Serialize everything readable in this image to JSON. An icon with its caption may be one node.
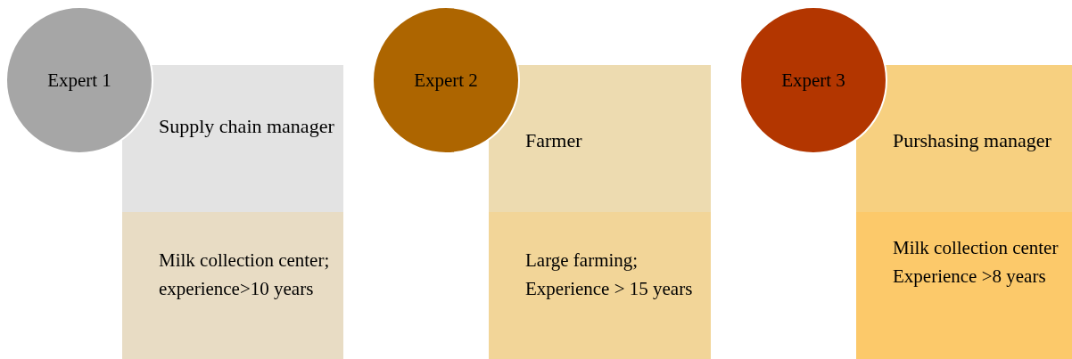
{
  "diagram": {
    "nodes": [
      {
        "text": [
          "Expert 1"
        ]
      },
      {
        "text": [
          "Supply chain manager"
        ]
      },
      {
        "text": [
          "Milk collection center;",
          "experience>10 years"
        ]
      },
      {
        "text": [
          "Expert 2"
        ]
      },
      {
        "text": [
          "Farmer"
        ]
      },
      {
        "text": [
          "Large farming;",
          "Experience > 15 years"
        ]
      },
      {
        "text": [
          "Expert 3"
        ]
      },
      {
        "text": [
          "Purshasing manager"
        ]
      },
      {
        "text": [
          "Milk collection center",
          "Experience >8 years"
        ]
      }
    ]
  }
}
